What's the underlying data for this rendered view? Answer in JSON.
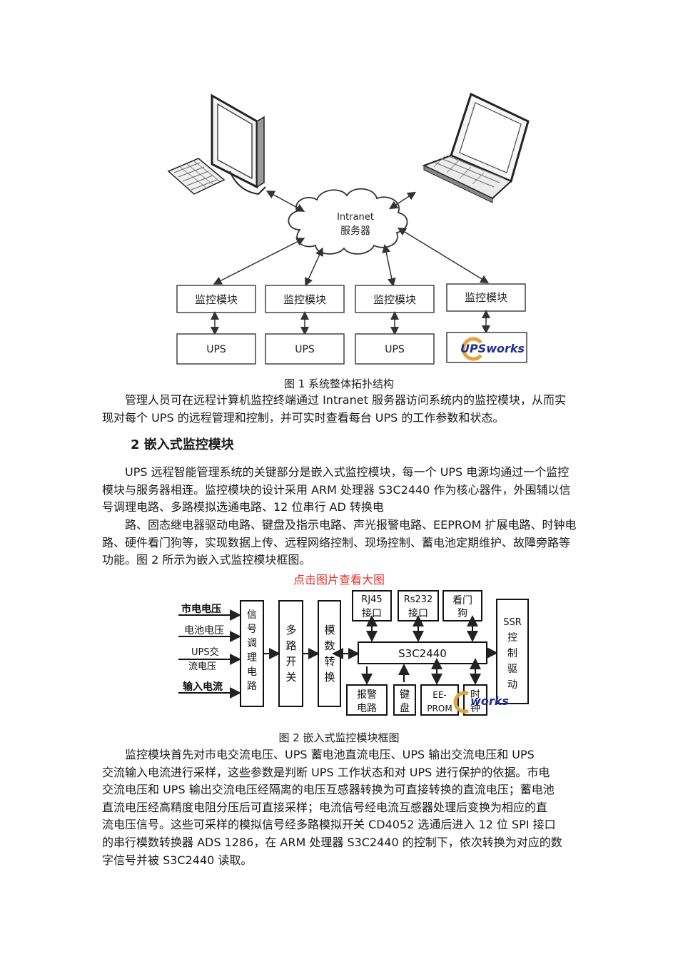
{
  "figure1": {
    "cloud_line1": "Intranet",
    "cloud_line2": "服务器",
    "modules": [
      "监控模块",
      "监控模块",
      "监控模块",
      "监控模块"
    ],
    "ups": [
      "UPS",
      "UPS",
      "UPS"
    ],
    "logo_text": "UPSworks",
    "caption": "图 1 系统整体拓扑结构"
  },
  "para1": "管理人员可在远程计算机监控终端通过 Intranet 服务器访问系统内的监控模块，从而实现对每个 UPS 的远程管理和控制，并可实时查看每台 UPS 的工作参数和状态。",
  "heading": "2 嵌入式监控模块",
  "para2": "UPS 远程智能管理系统的关键部分是嵌入式监控模块，每一个 UPS 电源均通过一个监控模块与服务器相连。监控模块的设计采用 ARM 处理器 S3C2440 作为核心器件，外围辅以信号调理电路、多路模拟选通电路、12 位串行 AD 转换电",
  "para3": "路、固态继电器驱动电路、键盘及指示电路、声光报警电路、EEPROM 扩展电路、时钟电路、硬件看门狗等，实现数据上传、远程网络控制、现场控制、蓄电池定期维护、故障旁路等功能。图 2 所示为嵌入式监控模块框图。",
  "link": "点击图片查看大图",
  "figure2": {
    "inputs": [
      "市电电压",
      "电池电压",
      "UPS交",
      "流电压",
      "输入电流"
    ],
    "signal_box": [
      "信",
      "号",
      "调",
      "理",
      "电",
      "路"
    ],
    "mux_box": [
      "多",
      "路",
      "开",
      "关"
    ],
    "adc_box": [
      "模",
      "数",
      "转",
      "换"
    ],
    "rj45": [
      "RJ45",
      "接口"
    ],
    "rs232": [
      "Rs232",
      "接口"
    ],
    "watchdog": [
      "看门",
      "狗"
    ],
    "cpu": "S3C2440",
    "ssr": [
      "SSR",
      "控",
      "制",
      "驱",
      "动"
    ],
    "alarm": [
      "报警",
      "电路"
    ],
    "keyboard": [
      "键",
      "盘"
    ],
    "eeprom": [
      "EE-",
      "PROM"
    ],
    "clock": [
      "时",
      "钟"
    ],
    "logo_text": "works",
    "caption": "图 2 嵌入式监控模块框图"
  },
  "para4_lines": [
    "监控模块首先对市电交流电压、UPS 蓄电池直流电压、UPS 输出交流电压和 UPS",
    "交流输入电流进行采样，这些参数是判断 UPS 工作状态和对 UPS 进行保护的依据。市电",
    "交流电压和 UPS 输出交流电压经隔离的电压互感器转换为可直接转换的直流电压；蓄电池",
    "直流电压经高精度电阻分压后可直接采样；电流信号经电流互感器处理后变换为相应的直",
    "流电压信号。这些可采样的模拟信号经多路模拟开关 CD4052 选通后进入 12 位 SPI 接口",
    "的串行模数转换器 ADS 1286，在 ARM 处理器 S3C2440 的控制下，依次转换为对应的数",
    "字信号并被 S3C2440 读取。"
  ]
}
